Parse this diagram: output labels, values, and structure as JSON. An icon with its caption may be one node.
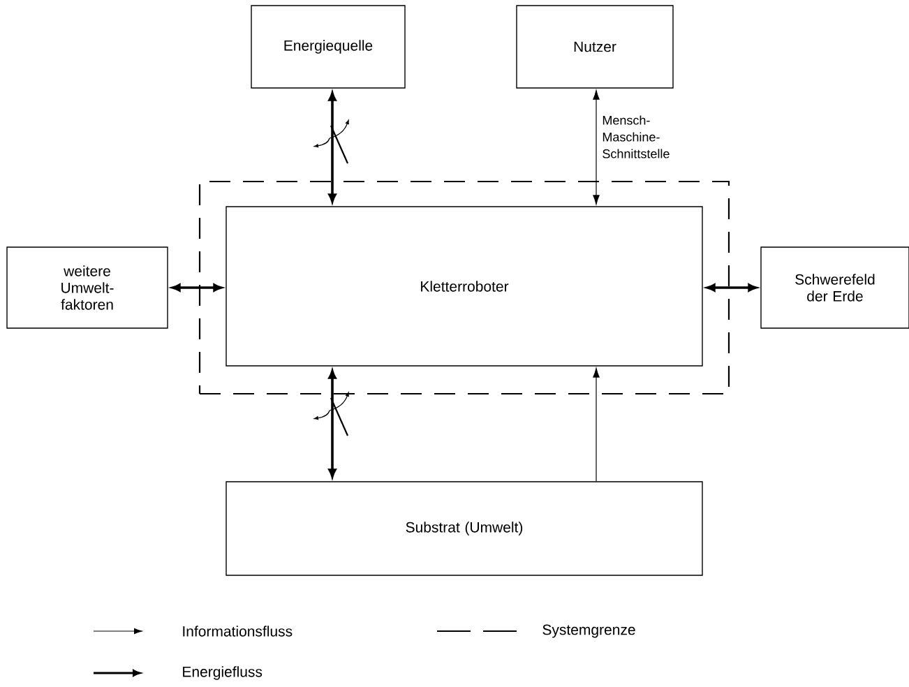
{
  "diagram": {
    "nodes": [
      {
        "text": [
          "Energiequelle"
        ]
      },
      {
        "text": [
          "Nutzer"
        ]
      },
      {
        "text": [],
        "shape": "box"
      },
      {
        "text": [
          "weitere Umwelt-faktoren"
        ]
      },
      {
        "text": [
          "Kletterroboter"
        ],
        "in": 2
      },
      {
        "text": [
          "Schwerefeld der Erde"
        ]
      },
      {
        "text": [
          "Substrat (Umwelt)"
        ]
      }
    ],
    "edges": [
      {
        "from": 0,
        "to": 4,
        "arrow": "both"
      },
      {
        "from": 1,
        "to": 4,
        "arrow": "both",
        "label": "Mensch-Maschine-Schnittstelle"
      },
      {
        "from": 3,
        "to": 4,
        "arrow": "both"
      },
      {
        "from": 4,
        "to": 5,
        "arrow": "both"
      },
      {
        "from": 4,
        "to": 6,
        "arrow": "both"
      },
      {
        "from": 6,
        "to": 4,
        "arrow": "to"
      }
    ],
    "legend": [
      {
        "text": "Informationsfluss"
      },
      {
        "text": "Systemgrenze"
      },
      {
        "text": "Energiefluss"
      }
    ]
  }
}
